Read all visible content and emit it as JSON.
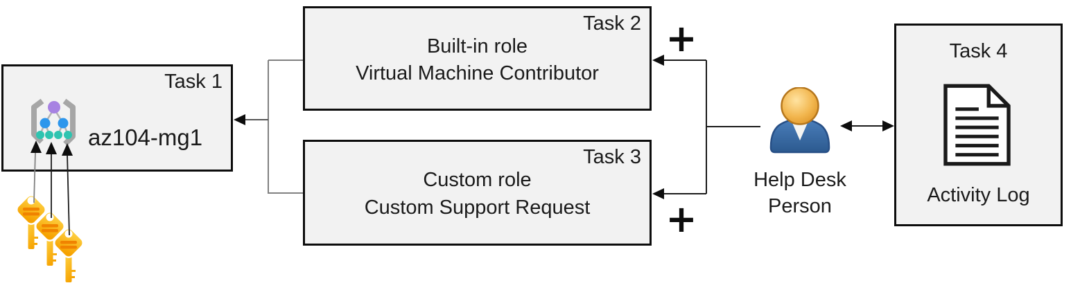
{
  "boxes": {
    "task1": {
      "tag": "Task 1",
      "resource": "az104-mg1"
    },
    "task2": {
      "tag": "Task 2",
      "role_type": "Built-in role",
      "role_name": "Virtual Machine Contributor"
    },
    "task3": {
      "tag": "Task 3",
      "role_type": "Custom role",
      "role_name": "Custom Support Request"
    },
    "task4": {
      "tag": "Task 4",
      "caption": "Activity Log"
    }
  },
  "actor": {
    "name_line1": "Help Desk",
    "name_line2": "Person"
  },
  "symbols": {
    "plus_top": "+",
    "plus_bottom": "+"
  },
  "icons": {
    "management_group": "management-group-icon",
    "keys": "key-icon",
    "person": "person-icon",
    "activity_log_document": "document-icon"
  },
  "colors": {
    "box_fill": "#f2f2f2",
    "box_border": "#0d0d0d",
    "connector_black": "#1a1a1a",
    "connector_gray": "#808080",
    "bracket_gray": "#a6a6a6",
    "node_purple": "#a782e2",
    "node_blue": "#2d96ec",
    "node_teal": "#2ec4b0",
    "key_yellow": "#ffd84d",
    "key_orange": "#f6a200",
    "key_stripe": "#f08300",
    "person_head_orange": "#eba93d",
    "person_body_blue": "#3570b3"
  }
}
